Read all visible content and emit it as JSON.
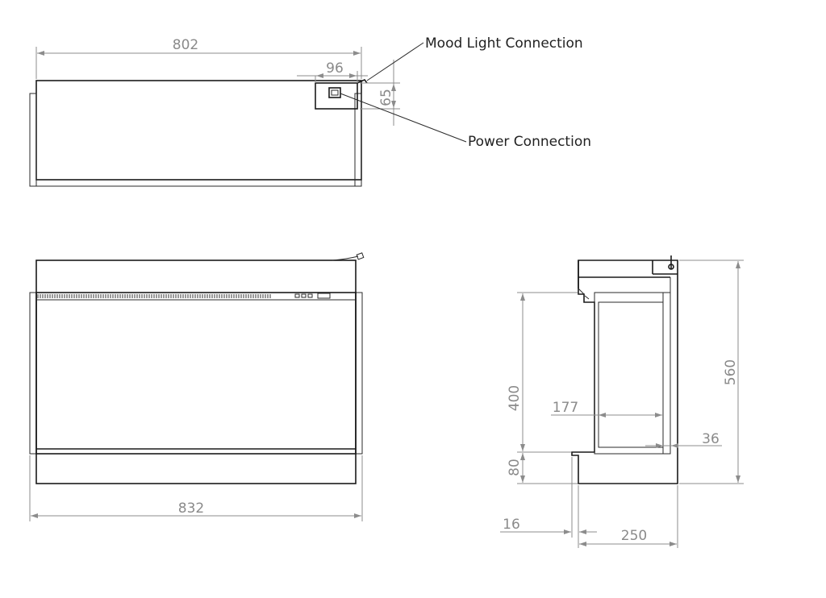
{
  "labels": {
    "mood_light": "Mood Light Connection",
    "power": "Power Connection"
  },
  "dimensions": {
    "top_width": "802",
    "connector_width": "96",
    "connector_height": "65",
    "front_width": "832",
    "side_height_total": "560",
    "side_opening_height": "400",
    "side_base_height": "80",
    "side_inner_depth": "177",
    "side_back_gap": "36",
    "side_front_offset": "16",
    "side_depth": "250"
  },
  "colors": {
    "line": "#1a1a1a",
    "dimension": "#8c8c8c",
    "background": "#ffffff"
  }
}
